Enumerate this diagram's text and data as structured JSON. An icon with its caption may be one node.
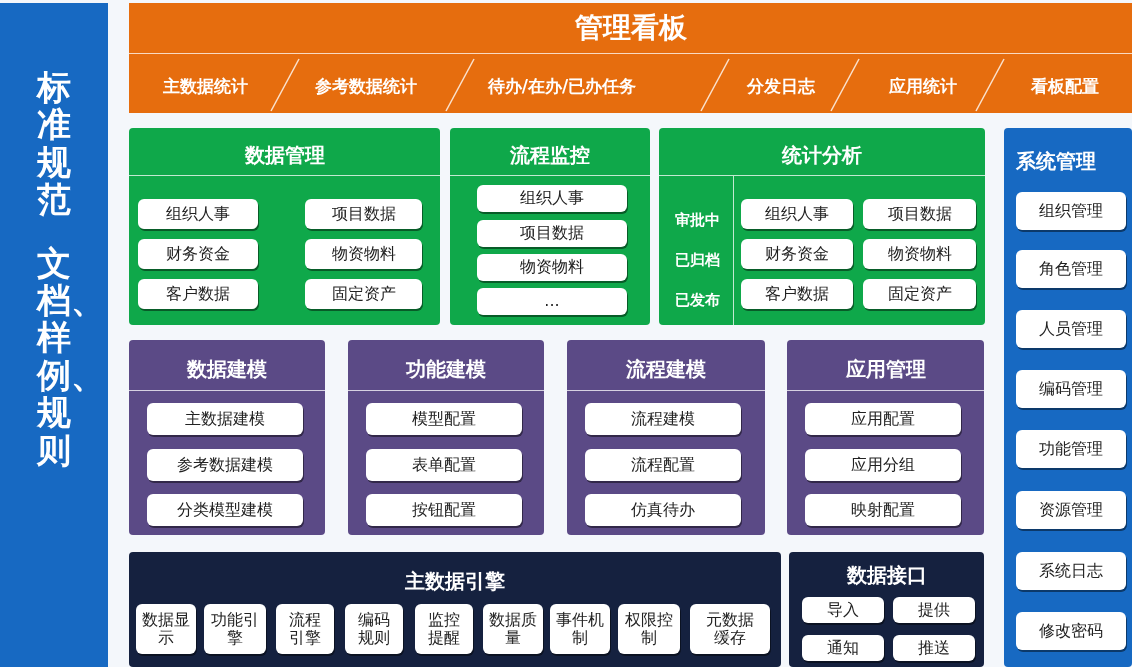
{
  "diagram": {
    "nodes": [
      {
        "text": [
          "标准规范",
          "文档、样例、规则"
        ]
      },
      {
        "text": [
          "管理看板",
          "主数据统计",
          "参考数据统计",
          "待办/在办/已办任务",
          "分发日志",
          "应用统计",
          "看板配置"
        ]
      },
      {
        "text": [
          "数据管理"
        ]
      },
      {
        "text": [
          "组织人事"
        ],
        "in": 2
      },
      {
        "text": [
          "项目数据"
        ],
        "in": 2
      },
      {
        "text": [
          "财务资金"
        ],
        "in": 2
      },
      {
        "text": [
          "物资物料"
        ],
        "in": 2
      },
      {
        "text": [
          "客户数据"
        ],
        "in": 2
      },
      {
        "text": [
          "固定资产"
        ],
        "in": 2
      },
      {
        "text": [
          "流程监控"
        ]
      },
      {
        "text": [
          "组织人事"
        ],
        "in": 9
      },
      {
        "text": [
          "项目数据"
        ],
        "in": 9
      },
      {
        "text": [
          "物资物料"
        ],
        "in": 9
      },
      {
        "text": [
          "..."
        ],
        "in": 9
      },
      {
        "text": [
          "统计分析",
          "审批中",
          "已归档",
          "已发布"
        ]
      },
      {
        "text": [
          "组织人事"
        ],
        "in": 14
      },
      {
        "text": [
          "项目数据"
        ],
        "in": 14
      },
      {
        "text": [
          "财务资金"
        ],
        "in": 14
      },
      {
        "text": [
          "物资物料"
        ],
        "in": 14
      },
      {
        "text": [
          "客户数据"
        ],
        "in": 14
      },
      {
        "text": [
          "固定资产"
        ],
        "in": 14
      },
      {
        "text": [
          "系统管理"
        ]
      },
      {
        "text": [
          "组织管理"
        ],
        "in": 21
      },
      {
        "text": [
          "角色管理"
        ],
        "in": 21
      },
      {
        "text": [
          "人员管理"
        ],
        "in": 21
      },
      {
        "text": [
          "编码管理"
        ],
        "in": 21
      },
      {
        "text": [
          "功能管理"
        ],
        "in": 21
      },
      {
        "text": [
          "资源管理"
        ],
        "in": 21
      },
      {
        "text": [
          "系统日志"
        ],
        "in": 21
      },
      {
        "text": [
          "修改密码"
        ],
        "in": 21
      },
      {
        "text": [
          "数据建模"
        ]
      },
      {
        "text": [
          "主数据建模"
        ],
        "in": 30
      },
      {
        "text": [
          "参考数据建模"
        ],
        "in": 30
      },
      {
        "text": [
          "分类模型建模"
        ],
        "in": 30
      },
      {
        "text": [
          "功能建模"
        ]
      },
      {
        "text": [
          "模型配置"
        ],
        "in": 34
      },
      {
        "text": [
          "表单配置"
        ],
        "in": 34
      },
      {
        "text": [
          "按钮配置"
        ],
        "in": 34
      },
      {
        "text": [
          "流程建模"
        ]
      },
      {
        "text": [
          "流程建模"
        ],
        "in": 38
      },
      {
        "text": [
          "流程配置"
        ],
        "in": 38
      },
      {
        "text": [
          "仿真待办"
        ],
        "in": 38
      },
      {
        "text": [
          "应用管理"
        ]
      },
      {
        "text": [
          "应用配置"
        ],
        "in": 42
      },
      {
        "text": [
          "应用分组"
        ],
        "in": 42
      },
      {
        "text": [
          "映射配置"
        ],
        "in": 42
      },
      {
        "text": [
          "主数据引擎"
        ]
      },
      {
        "text": [
          "数据显示"
        ],
        "in": 46
      },
      {
        "text": [
          "功能引擎"
        ],
        "in": 46
      },
      {
        "text": [
          "流程引擎"
        ],
        "in": 46
      },
      {
        "text": [
          "编码规则"
        ],
        "in": 46
      },
      {
        "text": [
          "监控提醒"
        ],
        "in": 46
      },
      {
        "text": [
          "数据质量"
        ],
        "in": 46
      },
      {
        "text": [
          "事件机制"
        ],
        "in": 46
      },
      {
        "text": [
          "权限控制"
        ],
        "in": 46
      },
      {
        "text": [
          "元数据缓存"
        ],
        "in": 46
      },
      {
        "text": [
          "数据接口"
        ]
      },
      {
        "text": [
          "导入"
        ],
        "in": 56
      },
      {
        "text": [
          "提供"
        ],
        "in": 56
      },
      {
        "text": [
          "通知"
        ],
        "in": 56
      },
      {
        "text": [
          "推送"
        ],
        "in": 56
      }
    ]
  }
}
